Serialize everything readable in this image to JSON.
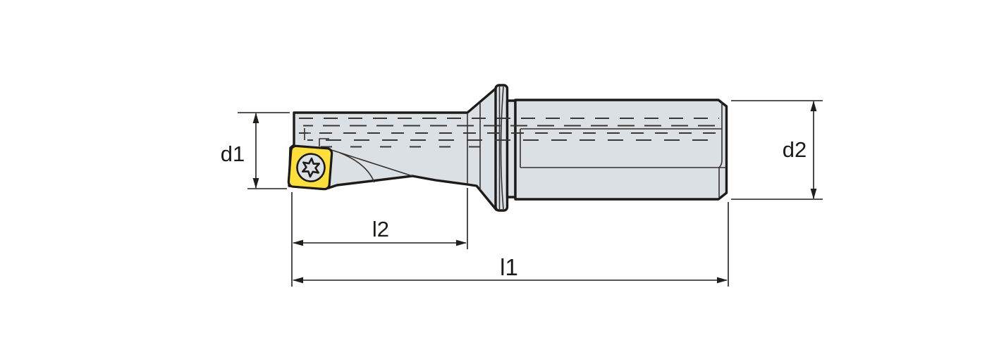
{
  "drawing": {
    "dimension_labels": {
      "d1": "d1",
      "d2": "d2",
      "l1": "l1",
      "l2": "l2"
    },
    "colors": {
      "background": "#ffffff",
      "body_fill": "#dbe0e5",
      "outline": "#1d1a18",
      "thin_line": "#35312e",
      "insert_fill": "#ffdf3d",
      "dimension": "#211e1c"
    },
    "icons": {
      "screw_head": "torx-screw-icon"
    }
  }
}
